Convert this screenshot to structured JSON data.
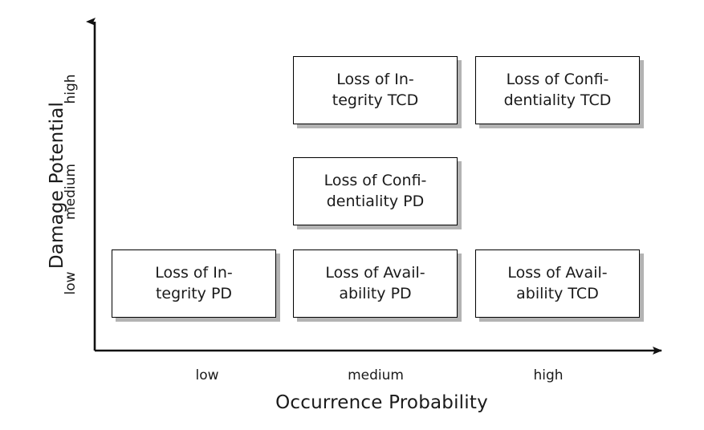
{
  "chart_data": {
    "type": "heatmap",
    "title": "",
    "xlabel": "Occurrence Probability",
    "ylabel": "Damage Potential",
    "x_categories": [
      "low",
      "medium",
      "high"
    ],
    "y_categories": [
      "low",
      "medium",
      "high"
    ],
    "grid": false,
    "legend": "none",
    "cells": [
      {
        "x": "medium",
        "y": "high",
        "label": "Loss of Integrity TCD",
        "line1": "Loss of In-",
        "line2": "tegrity TCD"
      },
      {
        "x": "high",
        "y": "high",
        "label": "Loss of Confidentiality TCD",
        "line1": "Loss of Confi-",
        "line2": "dentiality TCD"
      },
      {
        "x": "medium",
        "y": "medium",
        "label": "Loss of Confidentiality PD",
        "line1": "Loss of Confi-",
        "line2": "dentiality PD"
      },
      {
        "x": "low",
        "y": "low",
        "label": "Loss of Integrity PD",
        "line1": "Loss of In-",
        "line2": "tegrity PD"
      },
      {
        "x": "medium",
        "y": "low",
        "label": "Loss of Availability PD",
        "line1": "Loss of Avail-",
        "line2": "ability PD"
      },
      {
        "x": "high",
        "y": "low",
        "label": "Loss of Availability TCD",
        "line1": "Loss of Avail-",
        "line2": "ability TCD"
      }
    ]
  },
  "axes": {
    "y": {
      "title": "Damage Potential",
      "ticks": [
        "low",
        "medium",
        "high"
      ]
    },
    "x": {
      "title": "Occurrence Probability",
      "ticks": [
        "low",
        "medium",
        "high"
      ]
    }
  },
  "colors": {
    "axis": "#1a1a1a",
    "text": "#1a1a1a",
    "box_border": "#000000",
    "box_fill": "#ffffff",
    "box_shadow": "#b3b3b3",
    "background": "#ffffff"
  }
}
